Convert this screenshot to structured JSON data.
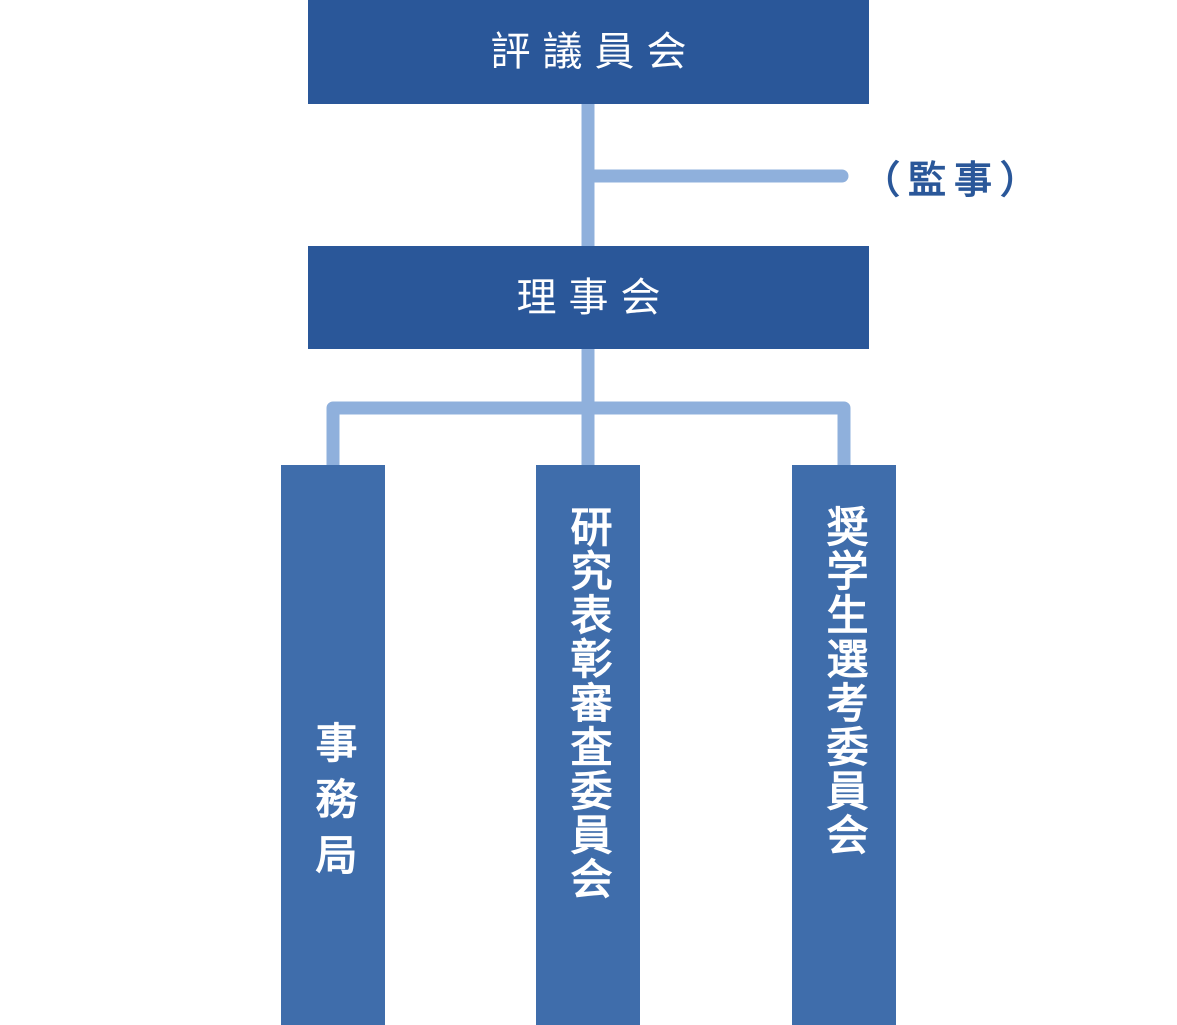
{
  "nodes": {
    "council": "評議員会",
    "auditor": "（監事）",
    "board": "理事会",
    "secretariat": "事務局",
    "research_committee": "研究表彰審査委員会",
    "scholarship_committee": "奨学生選考委員会"
  },
  "colors": {
    "header_box": "#2a5799",
    "child_box": "#3f6dab",
    "connector": "#8fb0dc",
    "auditor_text": "#2a5799"
  }
}
